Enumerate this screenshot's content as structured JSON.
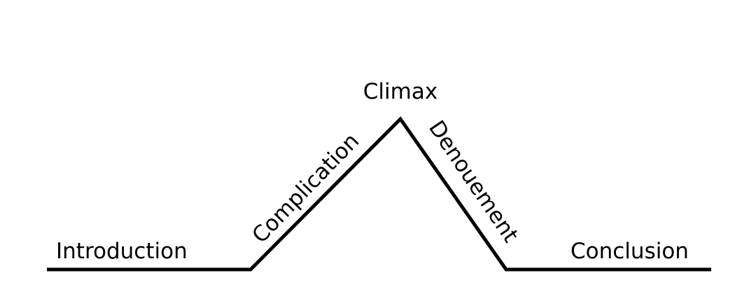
{
  "diagram": {
    "labels": {
      "introduction": "Introduction",
      "complication": "Complication",
      "climax": "Climax",
      "denouement": "Denouement",
      "conclusion": "Conclusion"
    },
    "colors": {
      "line": "#000000",
      "text": "#000000",
      "background": "#ffffff"
    }
  }
}
